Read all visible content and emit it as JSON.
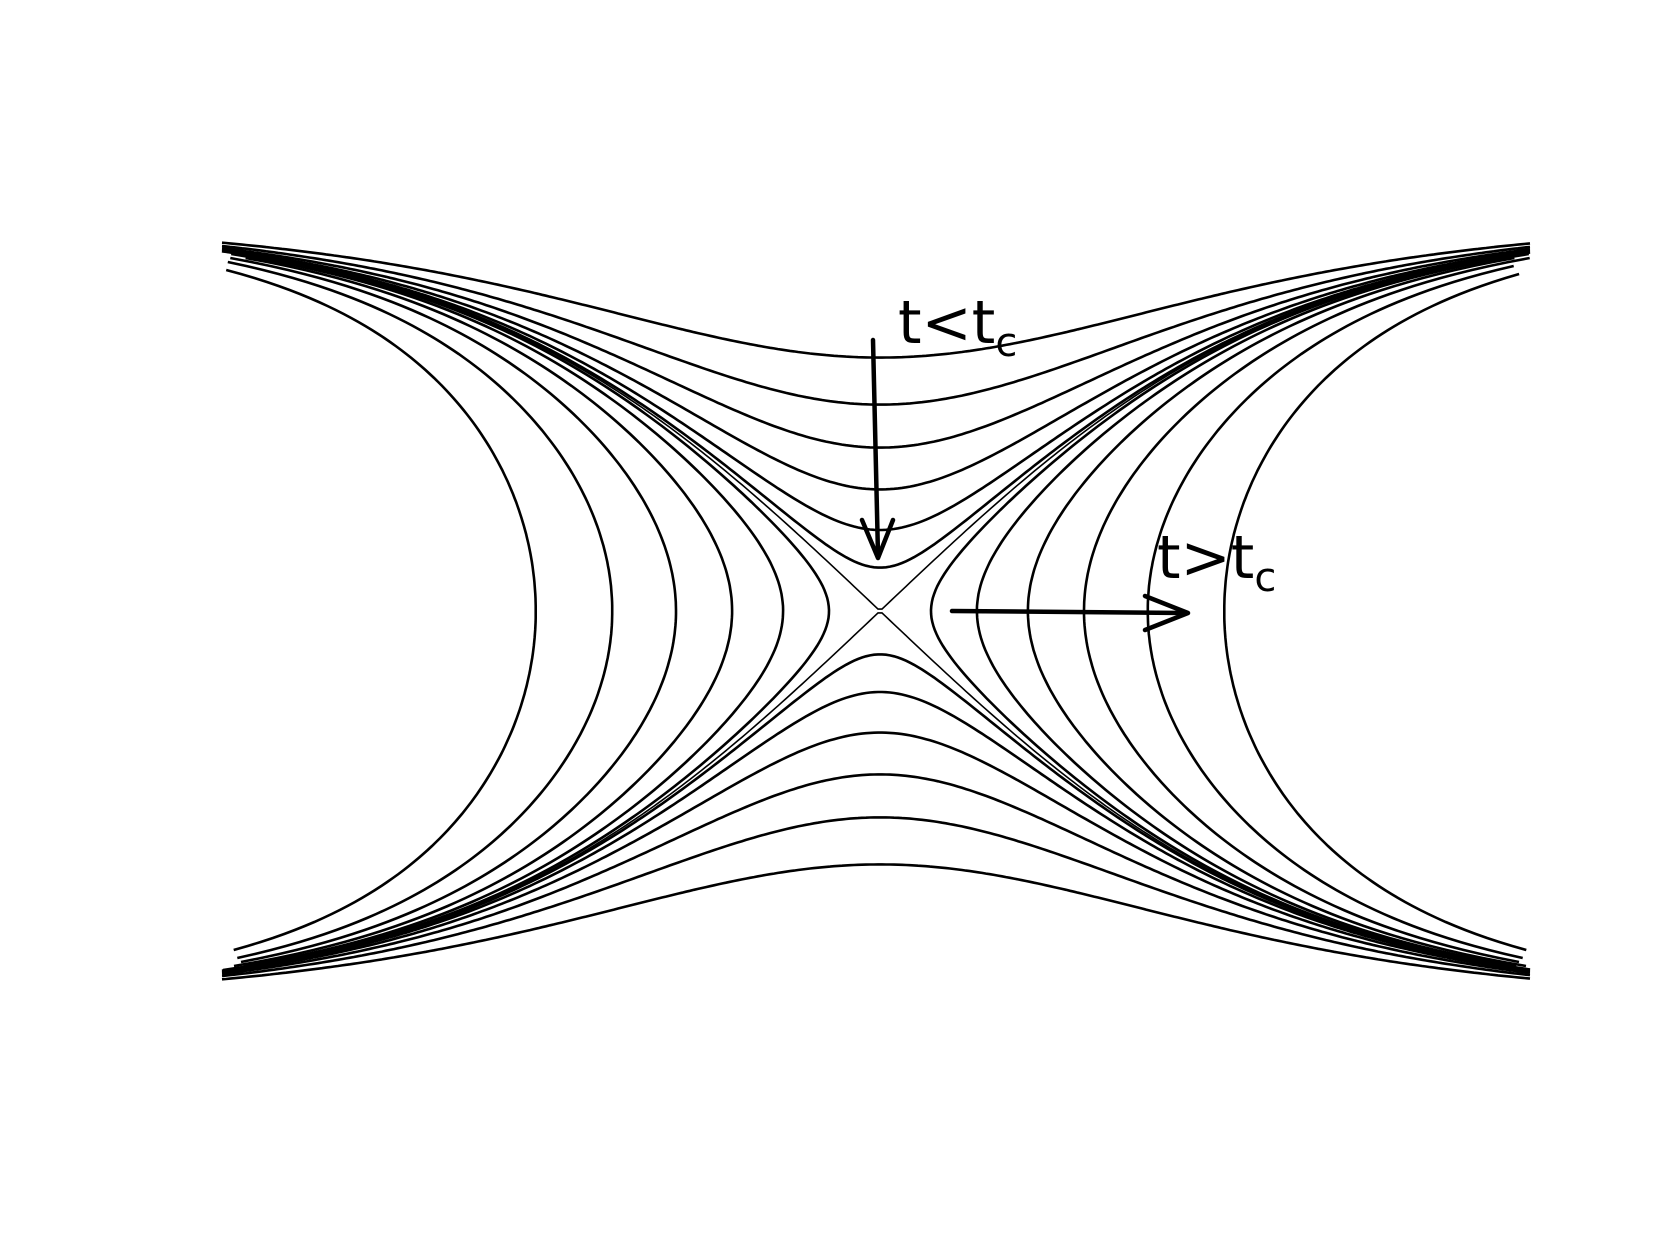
{
  "labels": {
    "before": {
      "main": "t<t",
      "sub": "c"
    },
    "after": {
      "main": "t>t",
      "sub": "c"
    }
  },
  "colors": {
    "stroke": "#000000",
    "background": "#ffffff"
  },
  "curves": {
    "horizontal_family_a": [
      0.18,
      0.34,
      0.52,
      0.72,
      0.95,
      1.25
    ],
    "vertical_family_a": [
      0.2,
      0.38,
      0.58,
      0.8,
      1.05,
      1.35
    ],
    "separatrix": true
  },
  "arrows": [
    {
      "name": "toward-critical",
      "direction": "down"
    },
    {
      "name": "past-critical",
      "direction": "right"
    }
  ]
}
